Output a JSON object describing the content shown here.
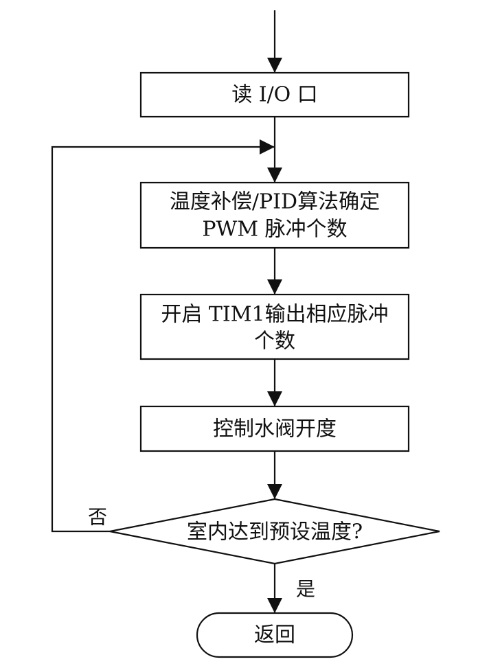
{
  "nodes": {
    "read_io": "读 I/O 口",
    "compute_line1": "温度补偿/PID算法确定",
    "compute_line2": "PWM 脉冲个数",
    "tim1_line1": "开启 TIM1输出相应脉冲",
    "tim1_line2": "个数",
    "valve": "控制水阀开度",
    "decision": "室内达到预设温度?",
    "return": "返回"
  },
  "edges": {
    "no_label": "否",
    "yes_label": "是"
  }
}
